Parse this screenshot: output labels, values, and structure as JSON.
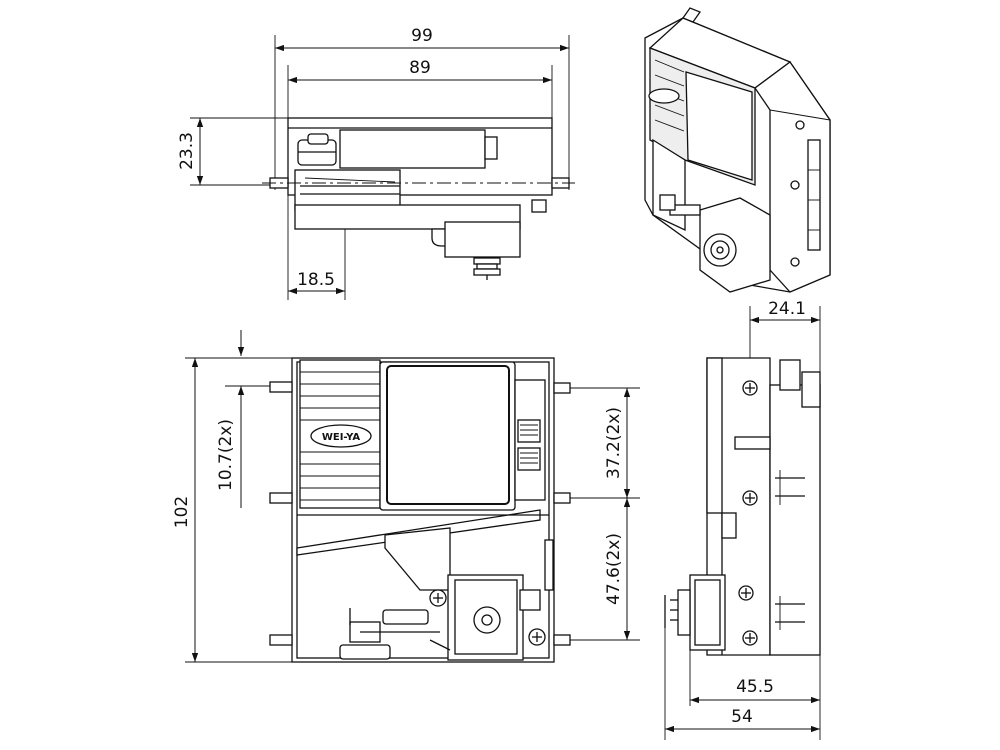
{
  "dimensions": {
    "top_overall_width": "99",
    "top_body_width": "89",
    "top_height": "23.3",
    "top_offset": "18.5",
    "front_height": "102",
    "front_slot_pitch": "10.7(2x)",
    "front_upper_pitch": "37.2(2x)",
    "front_lower_pitch": "47.6(2x)",
    "side_top_width": "24.1",
    "side_body_depth": "45.5",
    "side_overall_depth": "54"
  },
  "logo_text": "WEI-YA"
}
